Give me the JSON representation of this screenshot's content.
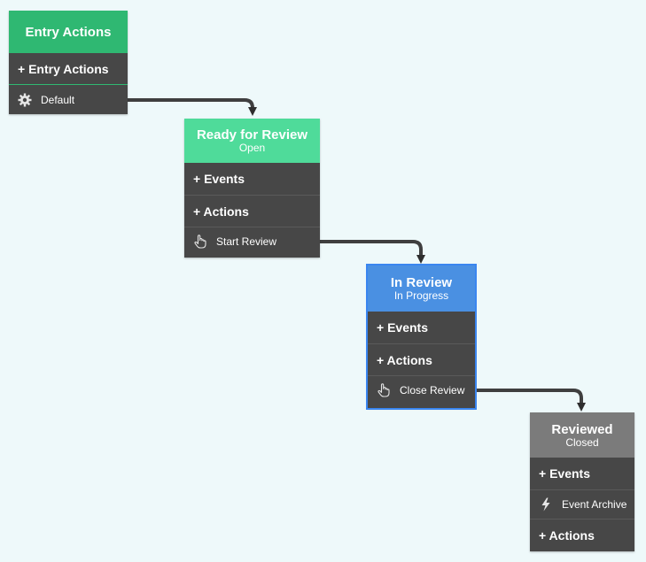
{
  "colors": {
    "entry_header": "#2fb872",
    "ready_header": "#4fdb9a",
    "in_review_header": "#4a90e2",
    "reviewed_header": "#7b7b7b",
    "node_body": "#474747",
    "edge": "#3f3f3f",
    "background": "#eef9fa"
  },
  "nodes": {
    "entry": {
      "title": "Entry Actions",
      "rows": [
        "+ Entry Actions"
      ],
      "transition": {
        "label": "Default",
        "icon": "gear-icon"
      }
    },
    "ready": {
      "title": "Ready for Review",
      "subtitle": "Open",
      "rows": [
        "+ Events",
        "+ Actions"
      ],
      "transition": {
        "label": "Start Review",
        "icon": "hand-pointer-icon"
      }
    },
    "in_review": {
      "title": "In Review",
      "subtitle": "In Progress",
      "rows": [
        "+ Events",
        "+ Actions"
      ],
      "transition": {
        "label": "Close Review",
        "icon": "hand-pointer-icon"
      }
    },
    "reviewed": {
      "title": "Reviewed",
      "subtitle": "Closed",
      "rows": [
        "+ Events"
      ],
      "event": {
        "label": "Event Archive",
        "icon": "lightning-icon"
      },
      "rows_after": [
        "+ Actions"
      ]
    }
  }
}
